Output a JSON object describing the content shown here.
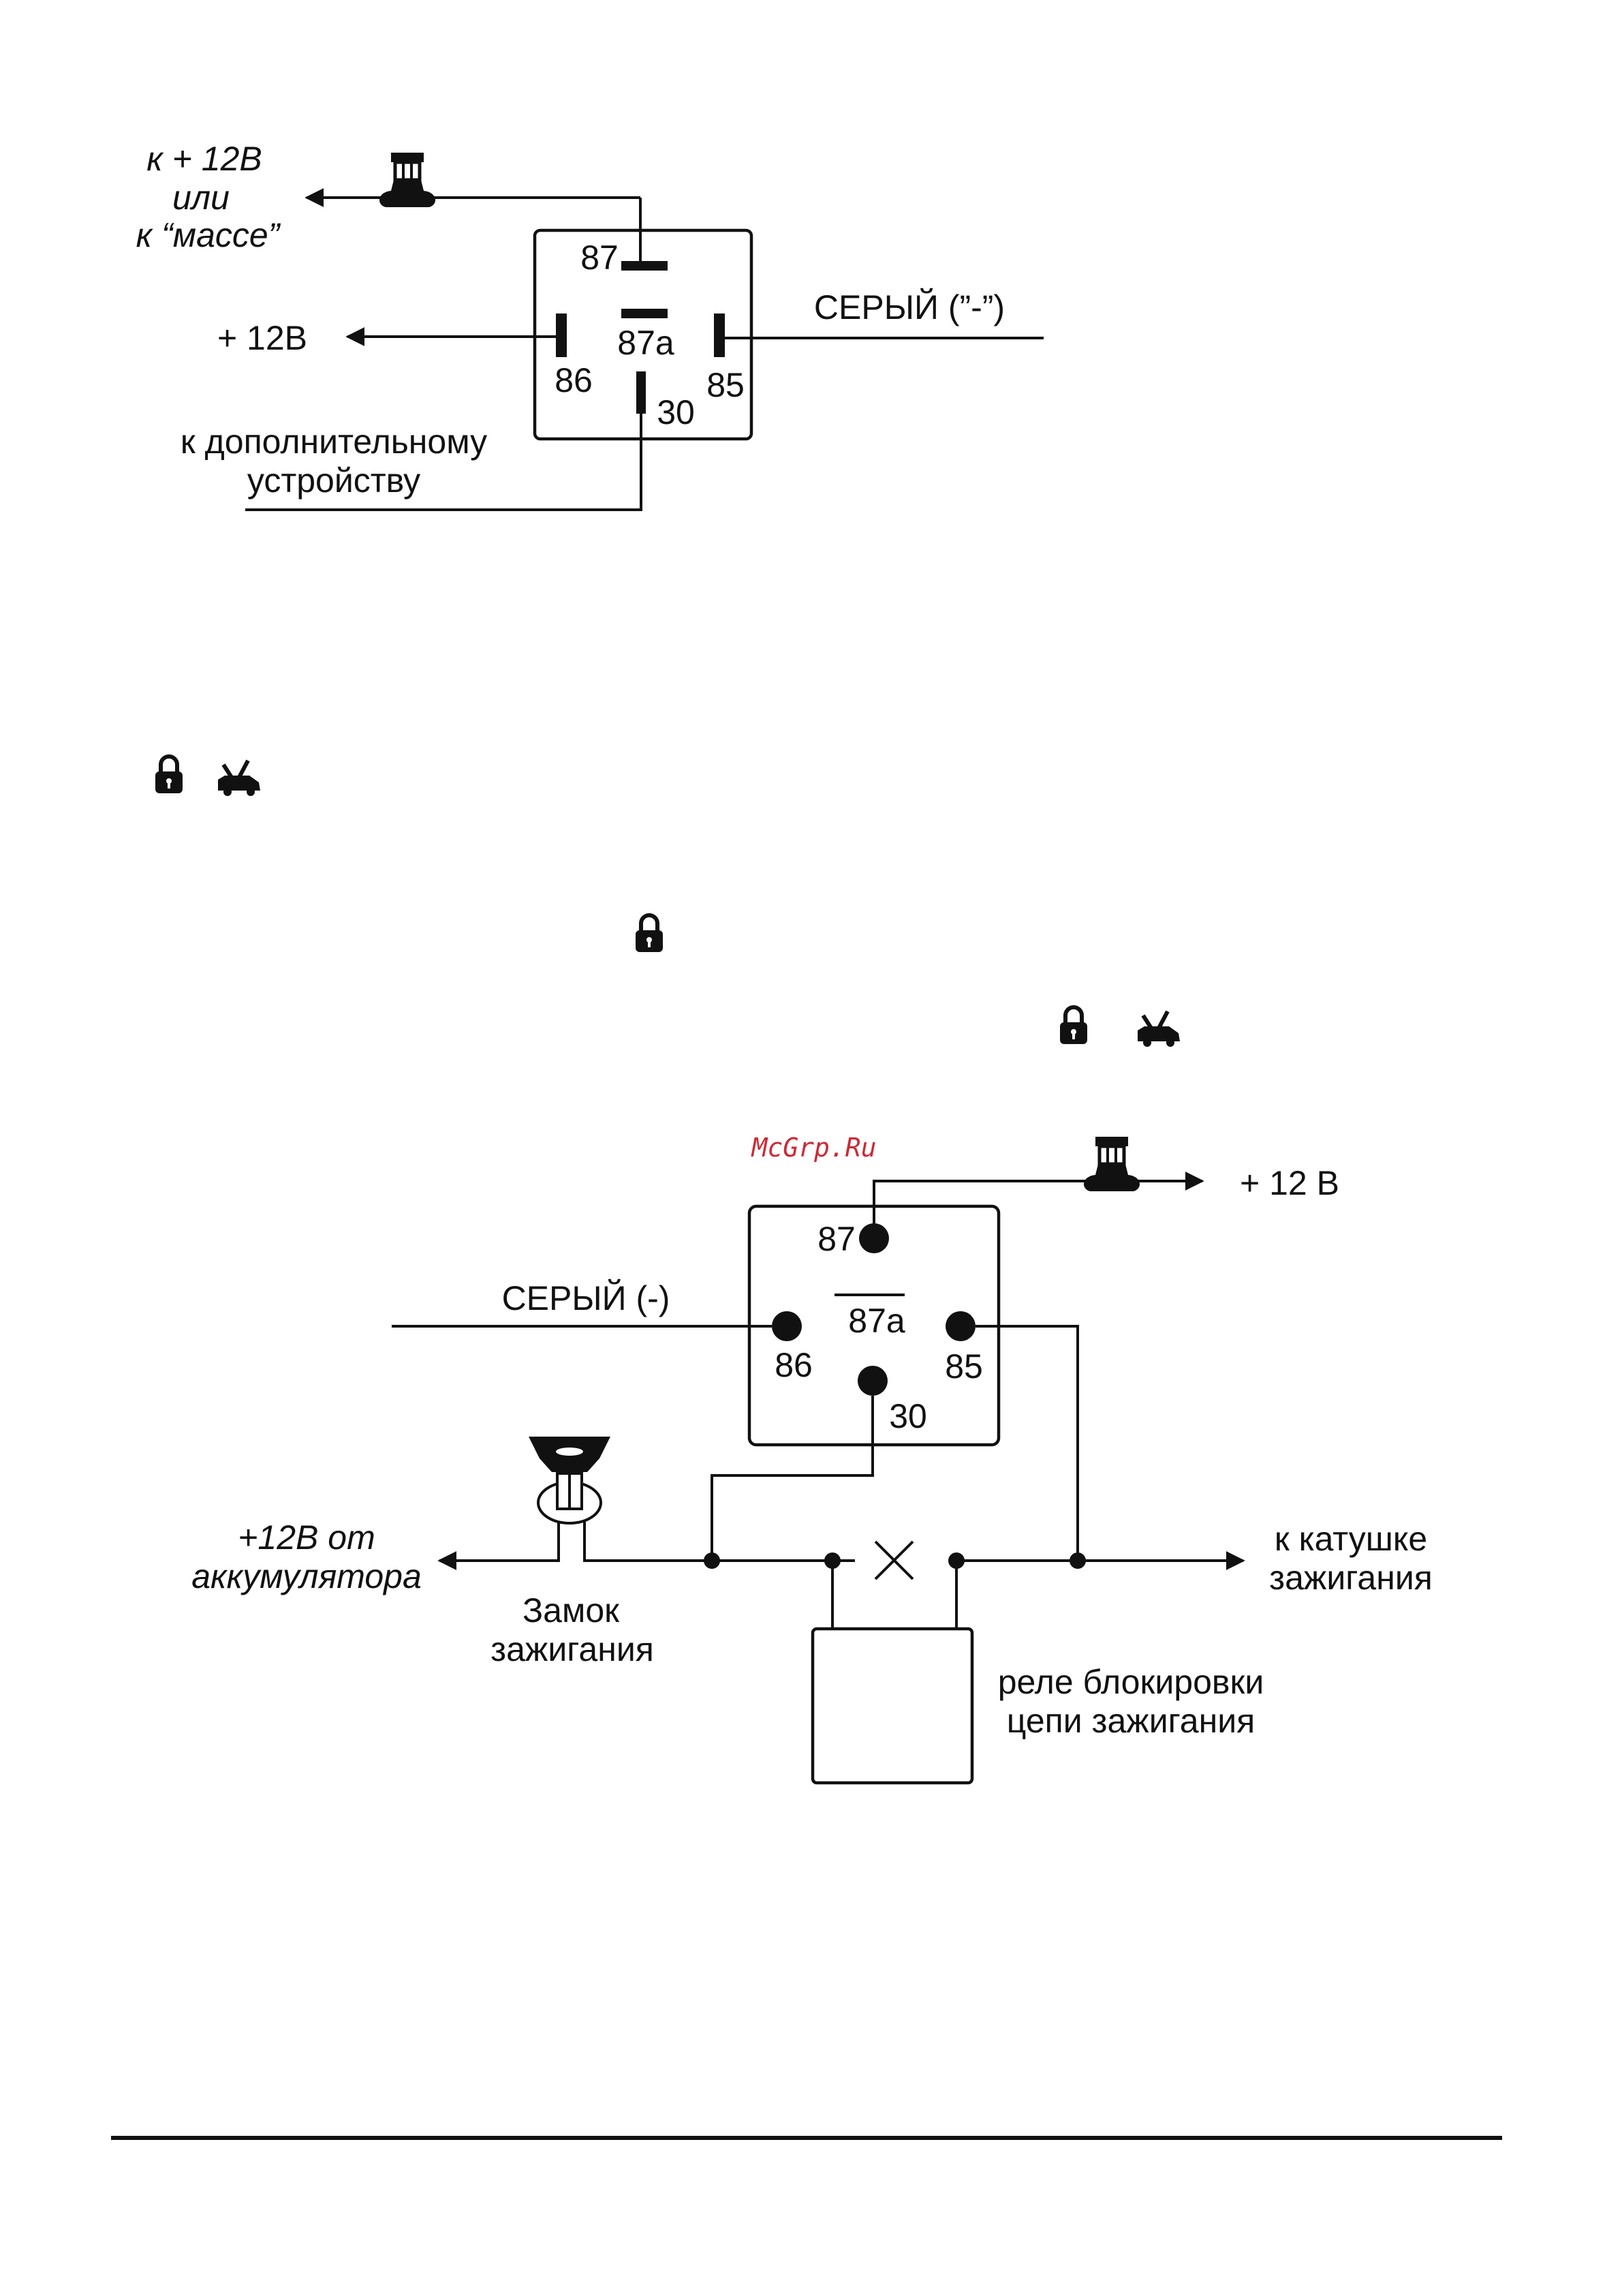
{
  "colors": {
    "ink": "#111111",
    "watermark": "#cc2a36",
    "background": "#ffffff"
  },
  "diagram1": {
    "label_12v_or_ground_1": "к + 12В",
    "label_12v_or_ground_2": "или",
    "label_12v_or_ground_3": "к “массе”",
    "pin_87": "87",
    "pin_87a": "87a",
    "pin_86": "86",
    "pin_85": "85",
    "pin_30": "30",
    "label_plus12": "+ 12В",
    "label_gray": "СЕРЫЙ (”-”)",
    "label_device_1": "к дополнительному",
    "label_device_2": "устройству"
  },
  "icons": [
    "lock-icon",
    "car-trunk-icon",
    "fuse-icon"
  ],
  "watermark": "McGrp.Ru",
  "diagram2": {
    "label_plus12": "+ 12 В",
    "pin_87": "87",
    "pin_87a": "87a",
    "pin_86": "86",
    "pin_85": "85",
    "pin_30": "30",
    "label_gray": "СЕРЫЙ (-)",
    "label_battery_1": "+12В от",
    "label_battery_2": "аккумулятора",
    "label_ignition_lock_1": "Замок",
    "label_ignition_lock_2": "зажигания",
    "label_coil_1": "к катушке",
    "label_coil_2": "зажигания",
    "label_block_relay_1": "реле блокировки",
    "label_block_relay_2": "цепи зажигания"
  }
}
